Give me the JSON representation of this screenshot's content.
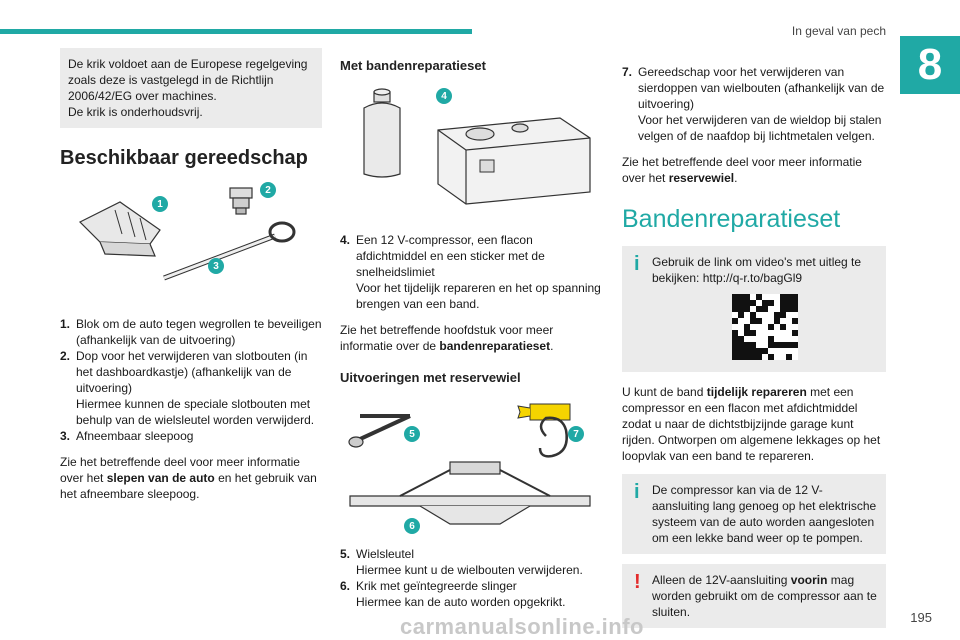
{
  "header": {
    "section_title": "In geval van pech",
    "chapter_number": "8",
    "page_number": "195",
    "watermark": "carmanualsonline.info"
  },
  "colors": {
    "accent": "#20a9a5",
    "warning": "#e32b2b",
    "note_bg": "#ebebeb"
  },
  "col1": {
    "intro_box": [
      "De krik voldoet aan de Europese regelgeving zoals deze is vastgelegd in de Richtlijn 2006/42/EG over machines.",
      "De krik is onderhoudsvrij."
    ],
    "heading": "Beschikbaar gereedschap",
    "badges": [
      "1",
      "2",
      "3"
    ],
    "items": [
      {
        "num": "1.",
        "lines": [
          "Blok om de auto tegen wegrollen te beveiligen (afhankelijk van de uitvoering)"
        ]
      },
      {
        "num": "2.",
        "lines": [
          "Dop voor het verwijderen van slotbouten (in het dashboardkastje) (afhankelijk van de uitvoering)",
          "Hiermee kunnen de speciale slotbouten met behulp van de wielsleutel worden verwijderd."
        ]
      },
      {
        "num": "3.",
        "lines": [
          "Afneembaar sleepoog"
        ]
      }
    ],
    "para_pre": "Zie het betreffende deel voor meer informatie over het ",
    "para_bold": "slepen van de auto",
    "para_post": " en het gebruik van het afneembare sleepoog."
  },
  "col2": {
    "heading1": "Met bandenreparatieset",
    "badge4": "4",
    "item4": {
      "num": "4.",
      "lines": [
        "Een 12 V-compressor, een flacon afdichtmiddel en een sticker met de snelheidslimiet",
        "Voor het tijdelijk repareren en het op spanning brengen van een band."
      ]
    },
    "para_pre": "Zie het betreffende hoofdstuk voor meer informatie over de ",
    "para_bold": "bandenreparatieset",
    "para_post": ".",
    "heading2": "Uitvoeringen met reservewiel",
    "badges": [
      "5",
      "6",
      "7"
    ],
    "items": [
      {
        "num": "5.",
        "lines": [
          "Wielsleutel",
          "Hiermee kunt u de wielbouten verwijderen."
        ]
      },
      {
        "num": "6.",
        "lines": [
          "Krik met geïntegreerde slinger",
          "Hiermee kan de auto worden opgekrikt."
        ]
      }
    ]
  },
  "col3": {
    "item7": {
      "num": "7.",
      "lines": [
        "Gereedschap voor het verwijderen van sierdoppen van wielbouten (afhankelijk van de uitvoering)",
        "Voor het verwijderen van de wieldop bij stalen velgen of de naafdop bij lichtmetalen velgen."
      ]
    },
    "para_pre": "Zie het betreffende deel voor meer informatie over het ",
    "para_bold": "reservewiel",
    "para_post": ".",
    "heading": "Bandenreparatieset",
    "info1": "Gebruik de link om video's met uitleg te bekijken: http://q-r.to/bagGl9",
    "body_pre": "U kunt de band ",
    "body_bold": "tijdelijk repareren",
    "body_post": " met een compressor en een flacon met afdichtmiddel zodat u naar de dichtstbijzijnde garage kunt rijden. Ontworpen om algemene lekkages op het loopvlak van een band te repareren.",
    "info2": "De compressor kan via de 12 V-aansluiting lang genoeg op het elektrische systeem van de auto worden aangesloten om een lekke band weer op te pompen.",
    "warn_pre": "Alleen de 12V-aansluiting ",
    "warn_bold": "voorin",
    "warn_post": " mag worden gebruikt om de compressor aan te sluiten."
  }
}
